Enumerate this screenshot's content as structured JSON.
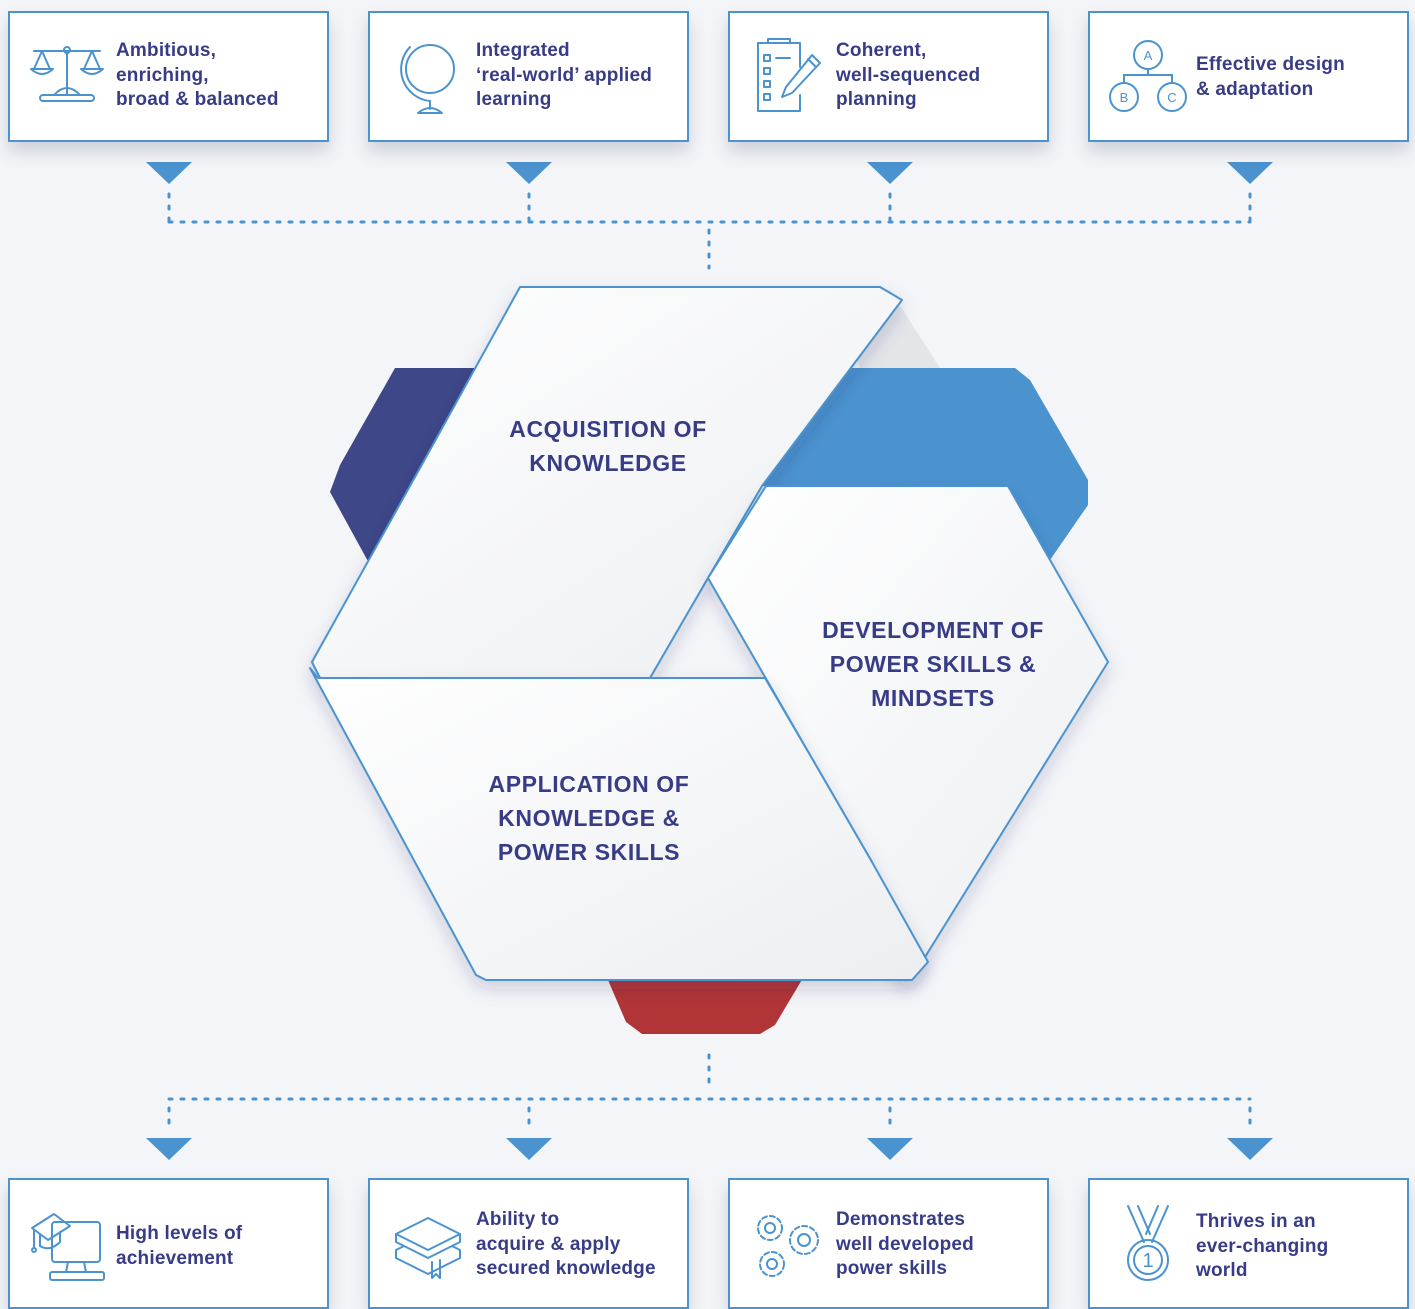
{
  "colors": {
    "accent_blue": "#4b93cf",
    "navy": "#3e4788",
    "red": "#b13537",
    "text": "#383c86",
    "background": "#f4f5f8"
  },
  "top_cards": [
    {
      "icon": "scales-icon",
      "lines": [
        "Ambitious,",
        "enriching,",
        "broad & balanced"
      ]
    },
    {
      "icon": "globe-icon",
      "lines": [
        "Integrated",
        "‘real-world’ applied",
        "learning"
      ]
    },
    {
      "icon": "checklist-pencil-icon",
      "lines": [
        "Coherent,",
        "well-sequenced",
        "planning"
      ]
    },
    {
      "icon": "abc-hierarchy-icon",
      "lines": [
        "Effective design",
        "& adaptation"
      ]
    }
  ],
  "abc_letters": [
    "A",
    "B",
    "C"
  ],
  "center": {
    "acquisition": [
      "ACQUISITION OF",
      "KNOWLEDGE"
    ],
    "development": [
      "DEVELOPMENT OF",
      "POWER SKILLS &",
      "MINDSETS"
    ],
    "application": [
      "APPLICATION OF",
      "KNOWLEDGE &",
      "POWER SKILLS"
    ]
  },
  "bottom_cards": [
    {
      "icon": "graduation-computer-icon",
      "lines": [
        "High levels of",
        "achievement"
      ]
    },
    {
      "icon": "books-icon",
      "lines": [
        "Ability to",
        "acquire & apply",
        "secured knowledge"
      ]
    },
    {
      "icon": "gears-icon",
      "lines": [
        "Demonstrates",
        "well developed",
        "power skills"
      ]
    },
    {
      "icon": "medal-icon",
      "lines": [
        "Thrives in an",
        "ever-changing",
        "world"
      ]
    }
  ],
  "medal_number": "1"
}
